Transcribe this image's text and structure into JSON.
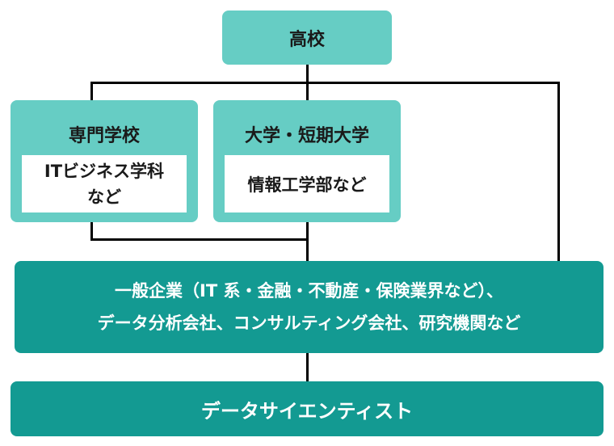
{
  "nodes": {
    "high_school": "高校",
    "vocational": {
      "title": "専門学校",
      "detail_line1": "ITビジネス学科",
      "detail_line2": "など"
    },
    "university": {
      "title": "大学・短期大学",
      "detail": "情報工学部など"
    },
    "employers": {
      "line1": "一般企業（IT 系・金融・不動産・保険業界など）、",
      "line2": "データ分析会社、コンサルティング会社、研究機関など"
    },
    "data_scientist": "データサイエンティスト"
  },
  "colors": {
    "light_teal": "#66cdc4",
    "dark_teal": "#139a92",
    "connector": "#000000"
  }
}
